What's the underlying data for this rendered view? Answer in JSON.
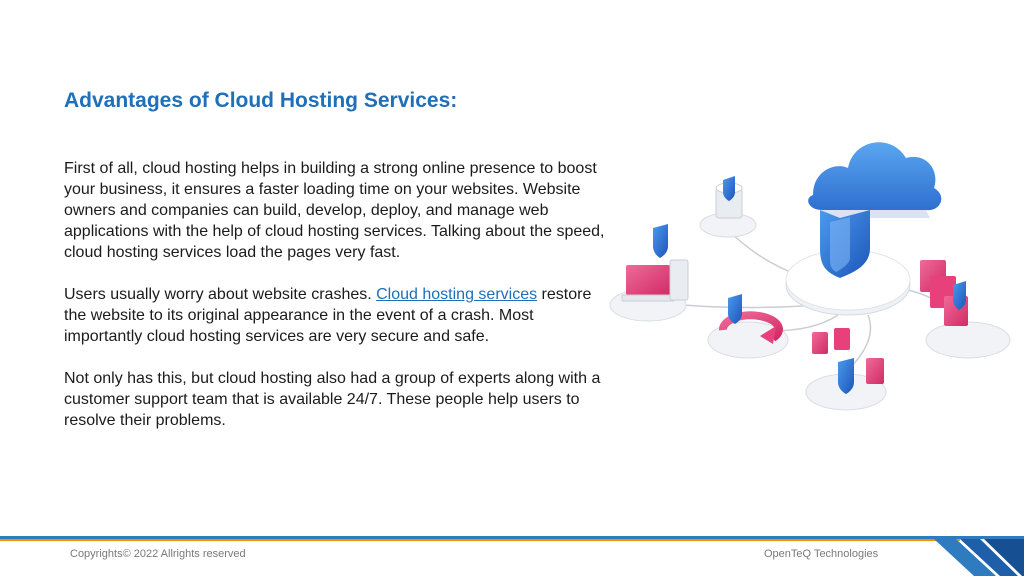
{
  "slide": {
    "title": "Advantages of Cloud Hosting Services:",
    "paragraphs": {
      "p1": "First of all, cloud hosting helps in building a strong online presence to boost your business, it ensures a faster loading time on your websites. Website owners and companies can build, develop, deploy, and manage web applications with the help of cloud hosting services. Talking about the speed, cloud hosting services load the pages very fast.",
      "p2_before": "Users usually worry about website crashes. ",
      "p2_link": "Cloud hosting services",
      "p2_after": " restore the website to its original appearance in the event of a crash. Most importantly cloud hosting services are very secure and safe.",
      "p3": "Not only has this, but cloud hosting also had a group of experts along with a customer support team that is available 24/7. These people help users to resolve their problems."
    }
  },
  "footer": {
    "copyright": "Copyrights© 2022 Allrights reserved",
    "company": "OpenTeQ Technologies"
  },
  "colors": {
    "title": "#1f6fb9",
    "link": "#1f6fb9",
    "footer_blue": "#2f7bbf",
    "footer_orange": "#f39200",
    "accent_pink": "#e8407a",
    "cloud_blue": "#3f8fe0"
  },
  "illustration_icons": [
    "cloud-icon",
    "shield-icon",
    "database-icon",
    "server-icon",
    "laptop-icon",
    "sync-icon",
    "document-icon",
    "lock-icon"
  ]
}
